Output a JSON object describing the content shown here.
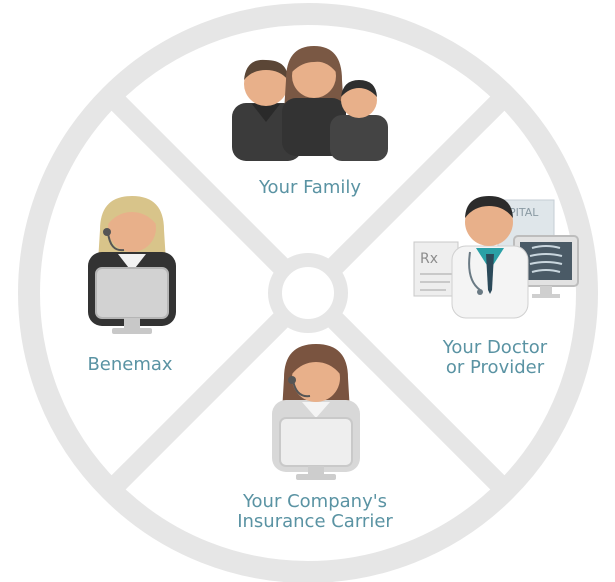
{
  "nodes": {
    "family": {
      "label": "Your Family"
    },
    "benemax": {
      "label": "Benemax"
    },
    "doctor": {
      "line1": "Your Doctor",
      "line2": "or Provider"
    },
    "carrier": {
      "line1": "Your Company's",
      "line2": "Insurance Carrier"
    }
  },
  "doctor_scene": {
    "rx_text": "Rx",
    "hospital_sign": "SPITAL"
  },
  "colors": {
    "wheel": "#e6e6e6",
    "label": "#5a93a3",
    "skin": "#e8b08a",
    "dark_clothing": "#3a3a3a",
    "monitor_gray": "#c8c8c8"
  }
}
